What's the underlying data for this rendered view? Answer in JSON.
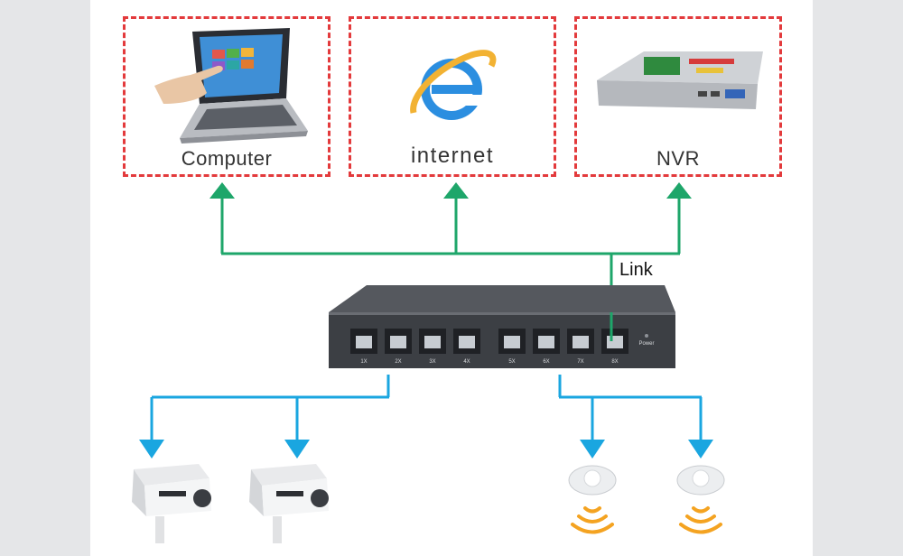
{
  "destinations": [
    {
      "label": "Computer",
      "icon": "laptop-icon"
    },
    {
      "label": "internet",
      "icon": "internet-explorer-icon"
    },
    {
      "label": "NVR",
      "icon": "nvr-recorder-icon"
    }
  ],
  "uplink_label": "Link",
  "colors": {
    "box_border": "#e33a3c",
    "uplink": "#1ea66a",
    "downlink": "#1aa6e0",
    "switch_body": "#3c3f44",
    "wifi": "#f4a321"
  },
  "switch": {
    "icon": "poe-switch-icon",
    "port_labels": [
      "1X",
      "2X",
      "3X",
      "4X",
      "5X",
      "6X",
      "7X",
      "8X"
    ],
    "power_label": "Power"
  },
  "devices": [
    {
      "icon": "bullet-camera-icon"
    },
    {
      "icon": "bullet-camera-icon"
    },
    {
      "icon": "wireless-access-point-icon"
    },
    {
      "icon": "wireless-access-point-icon"
    }
  ]
}
